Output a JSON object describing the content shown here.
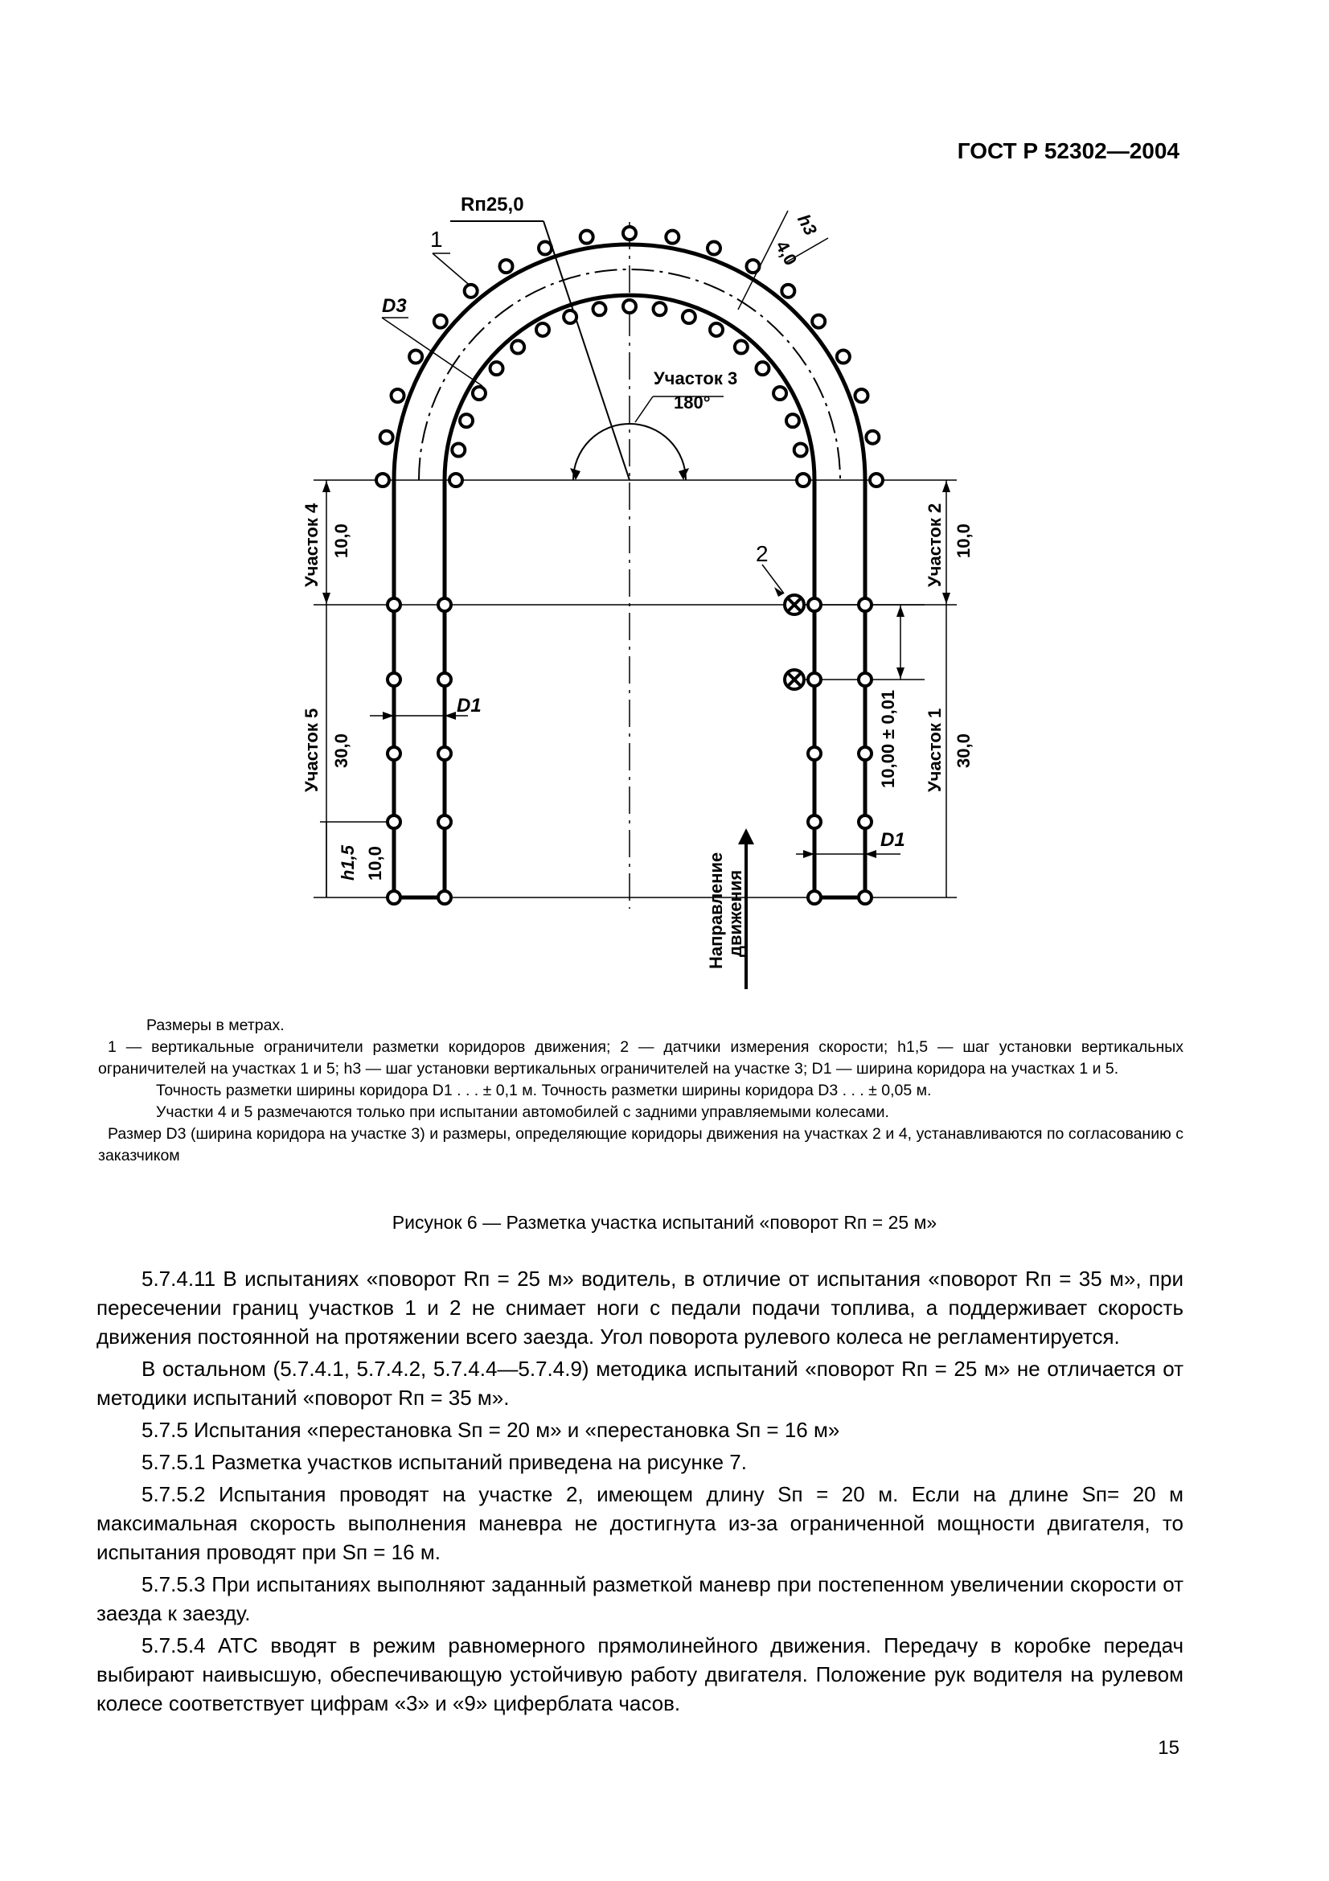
{
  "header": {
    "standard": "ГОСТ Р 52302—2004"
  },
  "figure": {
    "labels": {
      "radius": "Rп25,0",
      "callout_1": "1",
      "callout_2": "2",
      "d3": "D3",
      "d1_left": "D1",
      "d1_right": "D1",
      "h3": "h3",
      "h3_value": "4,0",
      "section3": "Участок 3",
      "angle": "180°",
      "section4": "Участок 4",
      "section4_value": "10,0",
      "section5": "Участок 5",
      "section5_value": "30,0",
      "h15": "h1,5",
      "h15_value": "10,0",
      "section2": "Участок 2",
      "section2_value": "10,0",
      "section1": "Участок 1",
      "section1_value": "30,0",
      "sensor_spacing": "10,00 ± 0,01",
      "direction_1": "Направление",
      "direction_2": "движения"
    },
    "notes": [
      "Размеры в метрах.",
      "1 — вертикальные ограничители разметки коридоров движения; 2 — датчики измерения скорости; h1,5 — шаг установки вертикальных ограничителей на участках 1 и 5; h3 — шаг установки вертикальных ограничителей на участке 3; D1 — ширина коридора на участках 1 и 5.",
      "Точность разметки ширины коридора D1 . . . ± 0,1 м. Точность разметки ширины коридора D3 . . . ± 0,05 м.",
      "Участки 4 и 5 размечаются только при испытании автомобилей с задними управляемыми колесами.",
      "Размер D3 (ширина коридора на участке 3) и размеры, определяющие коридоры движения на участках 2 и 4, устанавливаются по согласованию с заказчиком"
    ],
    "caption": "Рисунок 6 — Разметка участка испытаний «поворот Rп = 25 м»"
  },
  "body": [
    "5.7.4.11 В испытаниях «поворот Rп = 25 м» водитель, в отличие от испытания «поворот Rп = 35 м», при пересечении границ участков 1 и 2 не снимает ноги с педали подачи топлива, а поддерживает скорость движения постоянной на протяжении всего заезда. Угол поворота рулевого колеса не регламентируется.",
    "В остальном (5.7.4.1, 5.7.4.2, 5.7.4.4—5.7.4.9) методика испытаний «поворот Rп = 25 м» не отличается от методики испытаний «поворот Rп = 35 м».",
    "5.7.5 Испытания «перестановка Sп = 20 м» и «перестановка Sп = 16 м»",
    "5.7.5.1 Разметка участков испытаний приведена на рисунке 7.",
    "5.7.5.2 Испытания проводят на участке 2, имеющем длину Sп = 20 м. Если на длине Sп= 20 м максимальная скорость выполнения маневра не достигнута из-за ограниченной мощности двигателя, то испытания проводят при Sп = 16 м.",
    "5.7.5.3 При испытаниях выполняют заданный разметкой маневр при постепенном увеличении скорости от заезда к заезду.",
    "5.7.5.4 АТС вводят в режим равномерного прямолинейного движения. Передачу в коробке передач выбирают наивысшую, обеспечивающую устойчивую работу двигателя. Положение рук водителя на рулевом колесе соответствует цифрам «3» и «9» циферблата часов."
  ],
  "page_number": "15"
}
